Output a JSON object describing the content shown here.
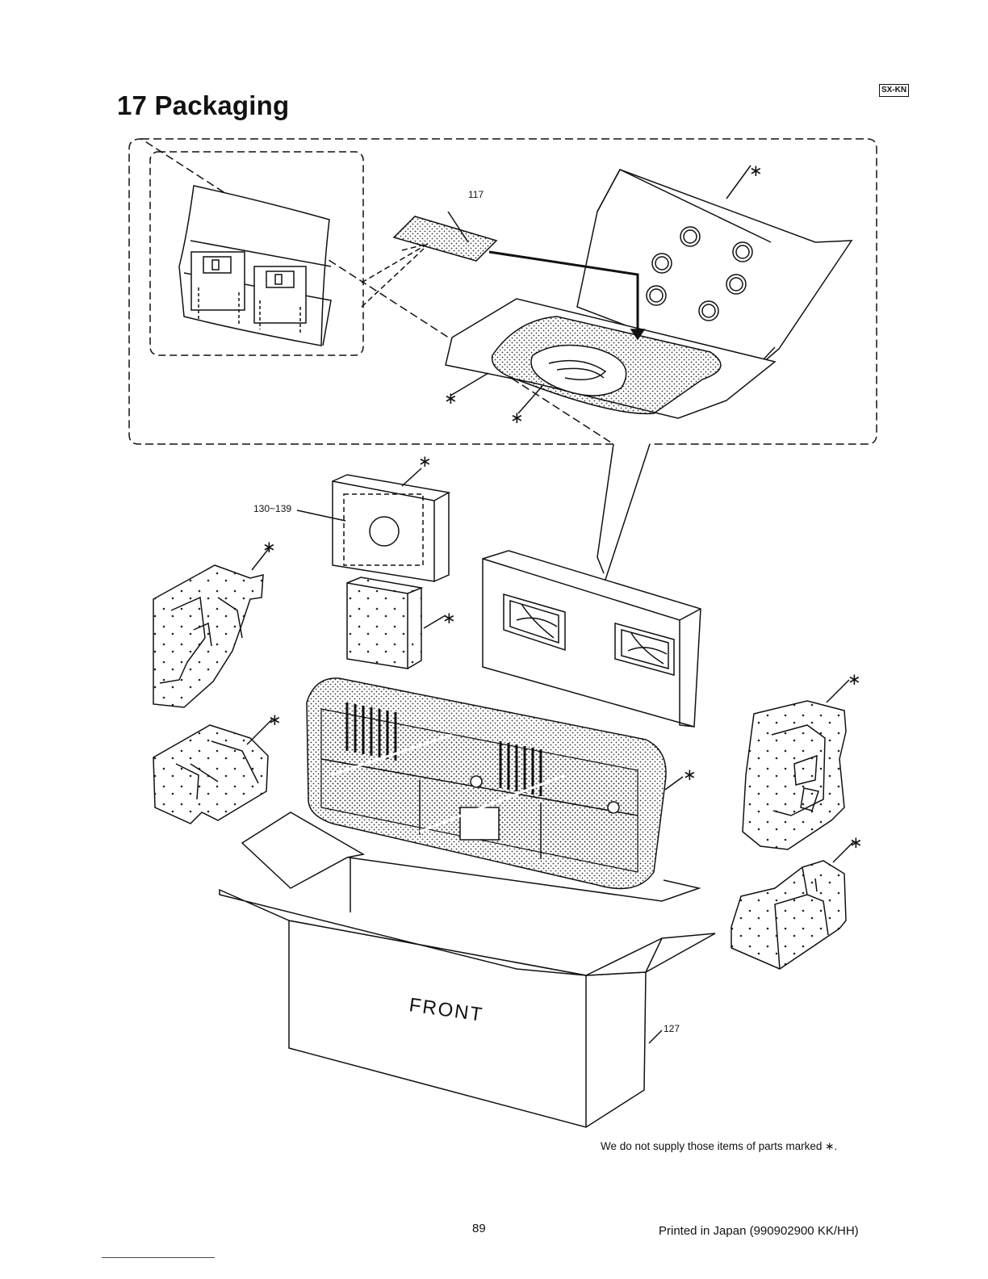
{
  "page": {
    "title": "17 Packaging",
    "model_badge": "SX-KN",
    "footnote": "We do not supply those items of parts marked ∗.",
    "page_number": "89",
    "printed_text": "Printed in Japan (990902900 KK/HH)"
  },
  "diagram": {
    "callouts": {
      "part_117": "117",
      "part_130_139": "130~139",
      "part_127": "127",
      "not_supplied_mark": "∗"
    },
    "carton_label": "FRONT"
  }
}
